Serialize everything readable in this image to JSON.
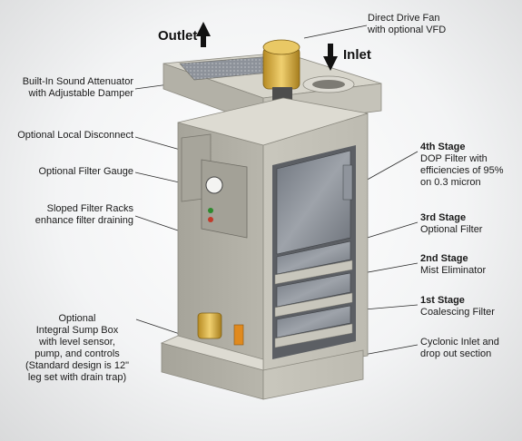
{
  "flow": {
    "outlet": "Outlet",
    "inlet": "Inlet"
  },
  "callouts": {
    "fan": [
      "Direct Drive Fan",
      "with optional VFD"
    ],
    "attenuator": [
      "Built-In Sound Attenuator",
      "with Adjustable Damper"
    ],
    "disconnect": [
      "Optional Local Disconnect"
    ],
    "gauge": [
      "Optional Filter Gauge"
    ],
    "racks": [
      "Sloped Filter Racks",
      "enhance filter draining"
    ],
    "sump": [
      "Optional",
      "Integral Sump Box",
      "with level sensor,",
      "pump, and controls",
      "(Standard design is 12\"",
      "leg set with drain trap)"
    ],
    "stage4": {
      "title": "4th Stage",
      "lines": [
        "DOP Filter with",
        "efficiencies of 95%",
        "on 0.3 micron"
      ]
    },
    "stage3": {
      "title": "3rd Stage",
      "lines": [
        "Optional Filter"
      ]
    },
    "stage2": {
      "title": "2nd Stage",
      "lines": [
        "Mist Eliminator"
      ]
    },
    "stage1": {
      "title": "1st Stage",
      "lines": [
        "Coalescing Filter"
      ]
    },
    "cyclonic": [
      "Cyclonic Inlet and",
      "drop out section"
    ]
  },
  "colors": {
    "body": "#c8c6bc",
    "body_dark": "#a9a79d",
    "filter": "#8f949c",
    "fan": "#c9a43b",
    "label": "#1a1a1a"
  }
}
